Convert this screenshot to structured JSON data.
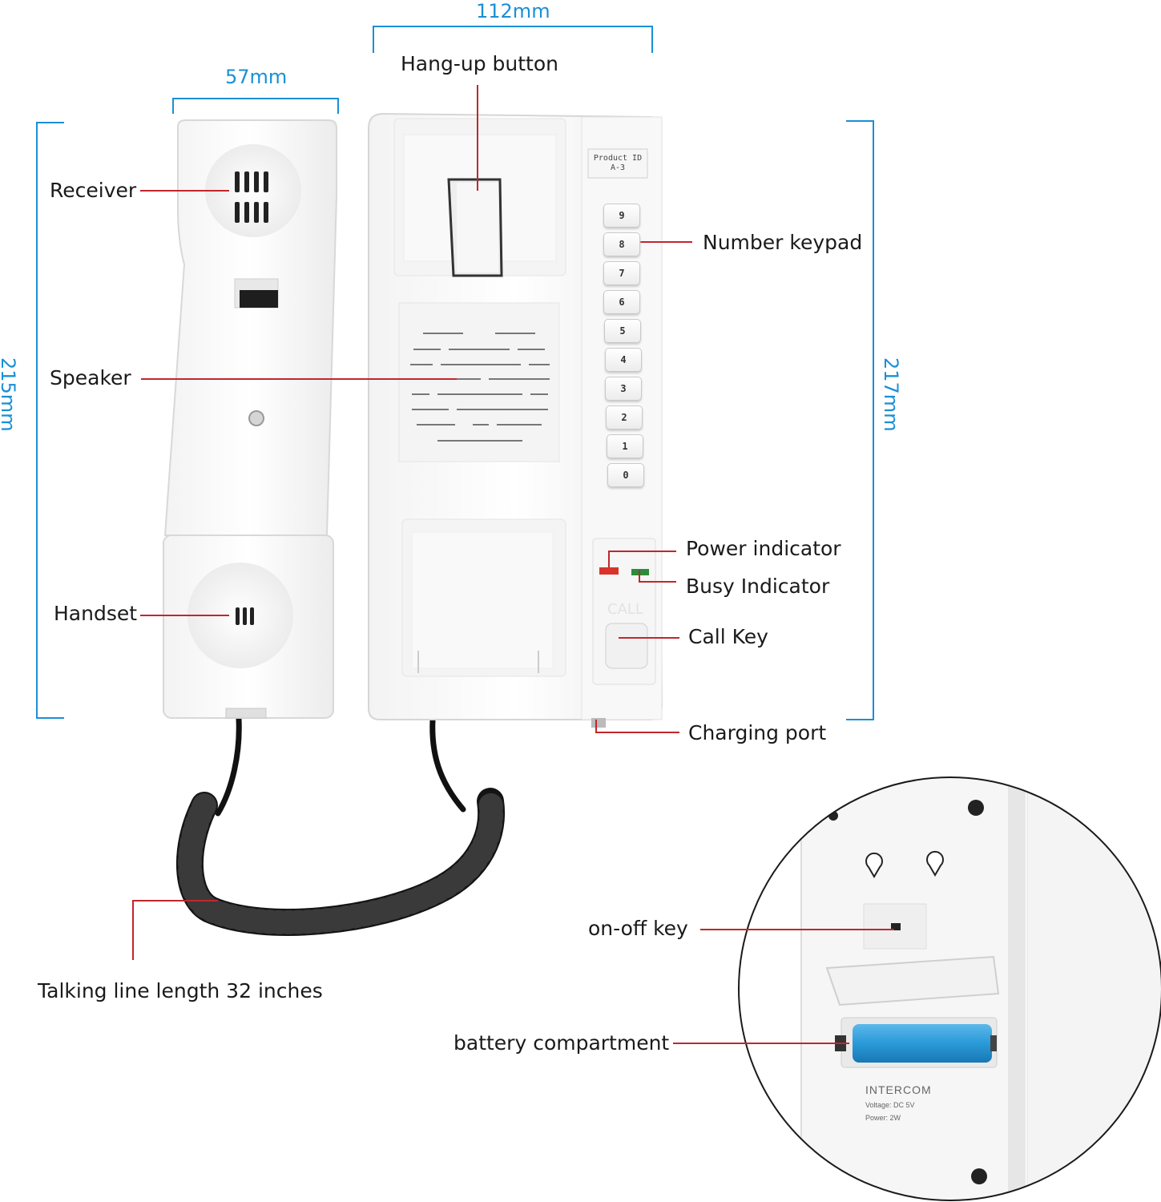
{
  "dimensions": {
    "width_top": "112mm",
    "handset_width": "57mm",
    "handset_height": "215mm",
    "base_height": "217mm"
  },
  "labels": {
    "hang_up_button": "Hang-up button",
    "receiver": "Receiver",
    "number_keypad": "Number keypad",
    "speaker": "Speaker",
    "power_indicator": "Power indicator",
    "busy_indicator": "Busy Indicator",
    "handset": "Handset",
    "call_key": "Call Key",
    "charging_port": "Charging port",
    "talking_line": "Talking line length 32 inches",
    "on_off_key": "on-off key",
    "battery_compartment": "battery compartment"
  },
  "device": {
    "product_id_line1": "Product ID",
    "product_id_line2": "A-3",
    "keypad": [
      "9",
      "8",
      "7",
      "6",
      "5",
      "4",
      "3",
      "2",
      "1",
      "0"
    ],
    "call_text": "CALL",
    "back_label": "INTERCOM",
    "voltage": "Voltage: DC 5V",
    "power": "Power: 2W"
  },
  "colors": {
    "dimension": "#1a8fd6",
    "leader": "#c0272d",
    "battery": "#2a9ad8",
    "power_led": "#d9342b",
    "busy_led": "#2e8b3a"
  }
}
